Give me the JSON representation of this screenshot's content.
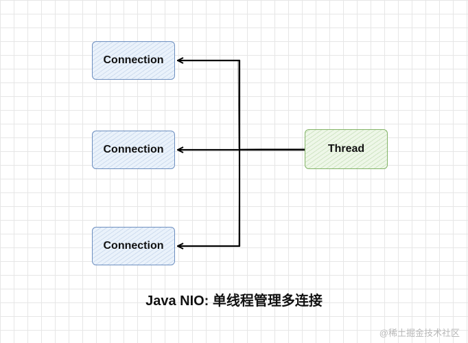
{
  "diagram": {
    "nodes": {
      "connection_1": "Connection",
      "connection_2": "Connection",
      "connection_3": "Connection",
      "thread": "Thread"
    },
    "caption": "Java NIO: 单线程管理多连接"
  },
  "watermark": "@稀土掘金技术社区",
  "colors": {
    "connection_stroke": "#6c8ebf",
    "connection_fill": "#eaf2fb",
    "thread_stroke": "#82b366",
    "thread_fill": "#eef7e8",
    "edge": "#000000",
    "grid": "#e6e6e6"
  }
}
